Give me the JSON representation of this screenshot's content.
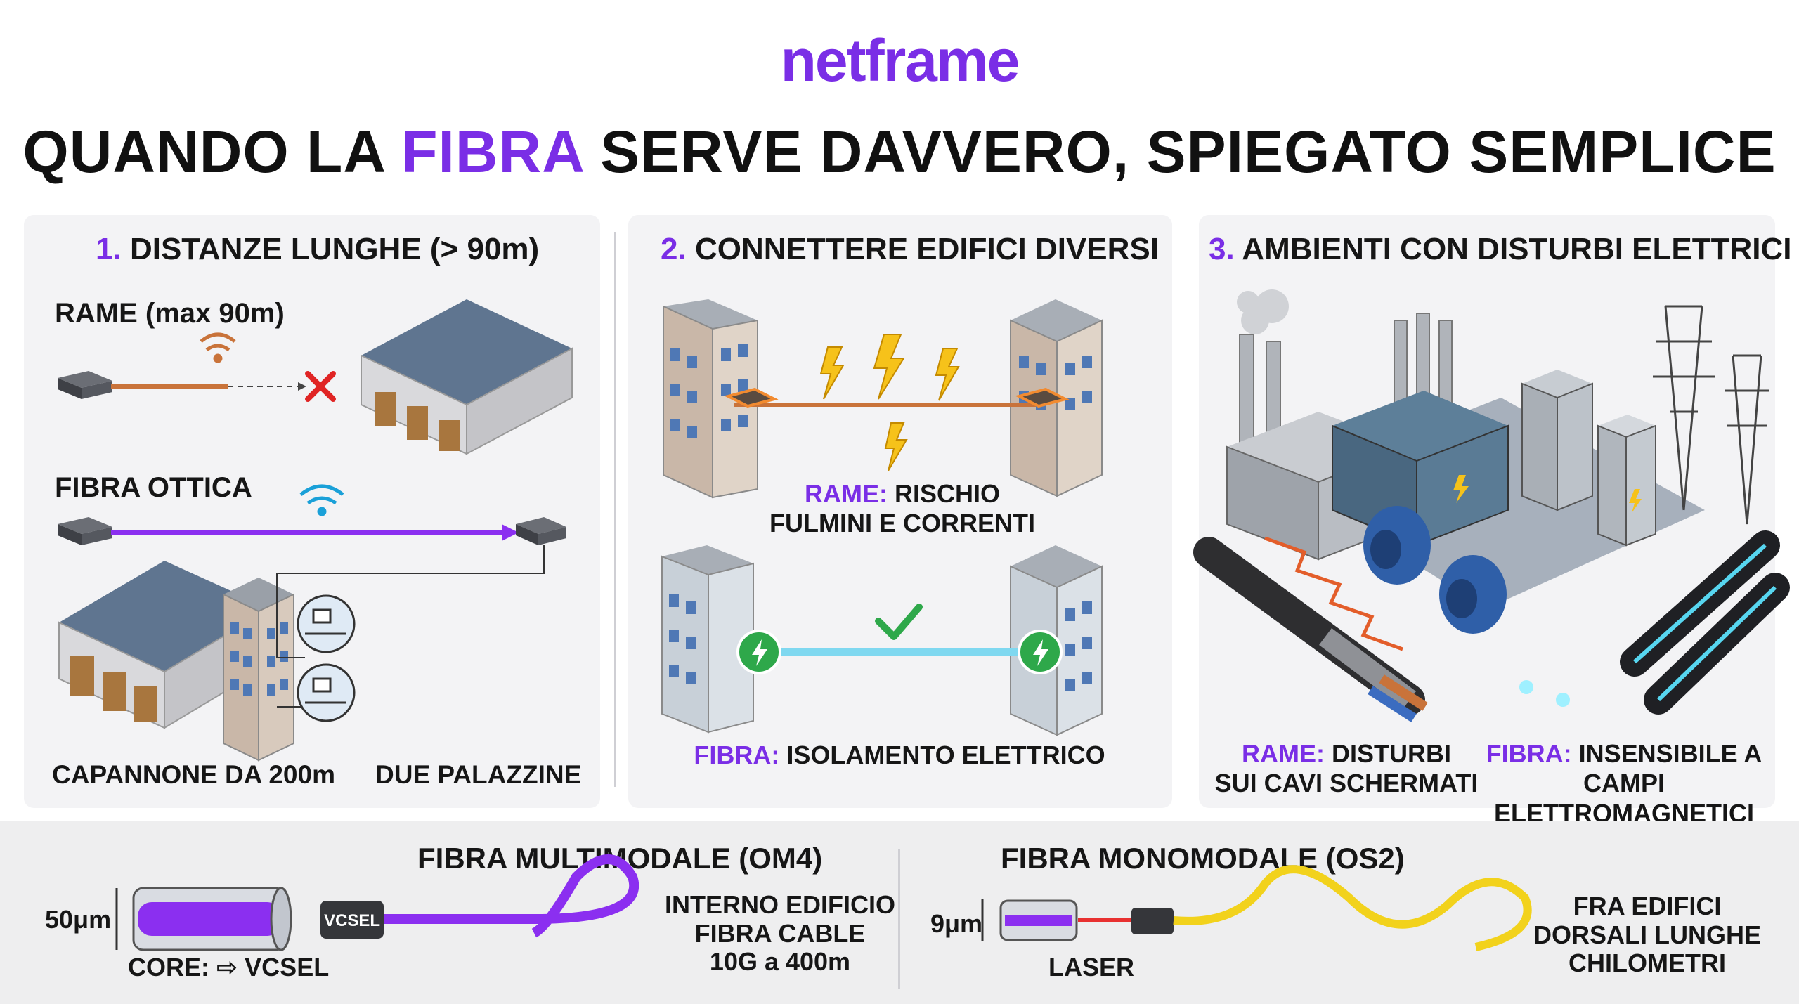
{
  "brand": "netframe",
  "headline": {
    "pre": "QUANDO LA ",
    "accent": "FIBRA",
    "post": " SERVE DAVVERO, SPIEGATO SEMPLICE"
  },
  "colors": {
    "accent": "#7a2ee6",
    "fiber": "#8b2ff0",
    "copper": "#c9733a",
    "danger": "#e02424",
    "ok": "#2ea84a",
    "bolt": "#f6c21a"
  },
  "panel1": {
    "num": "1.",
    "title": "DISTANZE LUNGHE (> 90m)",
    "copper_label": "RAME (max 90m)",
    "fiber_label": "FIBRA OTTICA",
    "warehouse_caption": "CAPANNONE DA 200m",
    "buildings_caption": "DUE PALAZZINE"
  },
  "panel2": {
    "num": "2.",
    "title": "CONNETTERE EDIFICI DIVERSI",
    "copper_hl": "RAME:",
    "copper_text_1": " RISCHIO",
    "copper_text_2": "FULMINI E CORRENTI",
    "fiber_hl": "FIBRA:",
    "fiber_text": " ISOLAMENTO ELETTRICO"
  },
  "panel3": {
    "num": "3.",
    "title": "AMBIENTI CON DISTURBI ELETTRICI",
    "copper_hl": "RAME:",
    "copper_text_1": " DISTURBI",
    "copper_text_2": "SUI CAVI SCHERMATI",
    "fiber_hl": "FIBRA:",
    "fiber_text_1": " INSENSIBILE A",
    "fiber_text_2": "CAMPI ELETTROMAGNETICI"
  },
  "bottom": {
    "mm": {
      "title": "FIBRA MULTIMODALE (OM4)",
      "core_size": "50μm",
      "core_label": "CORE: ⇨ VCSEL",
      "source": "VCSEL",
      "desc": [
        "INTERNO EDIFICIO",
        "FIBRA CABLE",
        "10G a 400m"
      ]
    },
    "sm": {
      "title": "FIBRA MONOMODALE (OS2)",
      "core_size": "9μm",
      "source_label": "LASER",
      "desc": [
        "FRA EDIFICI",
        "DORSALI LUNGHE",
        "CHILOMETRI"
      ]
    }
  }
}
